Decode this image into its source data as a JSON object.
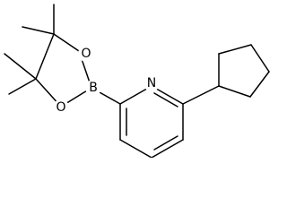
{
  "molecule": {
    "atoms": {
      "n1": "N",
      "b1": "B",
      "o1": "O",
      "o2": "O"
    }
  }
}
